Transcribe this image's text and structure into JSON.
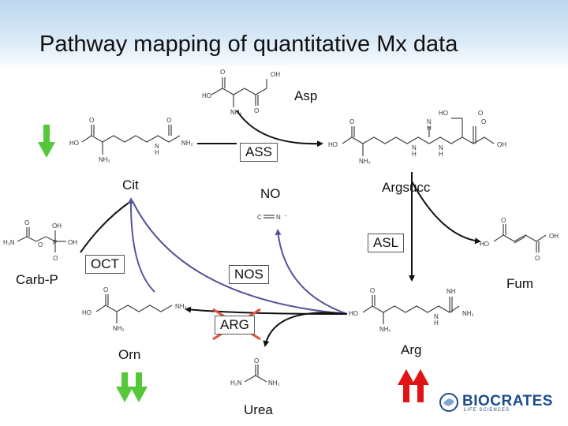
{
  "slide": {
    "title": "Pathway mapping of quantitative Mx data"
  },
  "metabolites": {
    "asp": "Asp",
    "cit": "Cit",
    "argsucc": "Argsucc",
    "no": "NO",
    "carb_p": "Carb-P",
    "fum": "Fum",
    "orn": "Orn",
    "arg": "Arg",
    "urea": "Urea"
  },
  "enzymes": {
    "ass": "ASS",
    "asl": "ASL",
    "oct": "OCT",
    "nos": "NOS",
    "arg": "ARG"
  },
  "indicators": {
    "cit": {
      "direction": "down",
      "count": 1,
      "color": "#55c83a"
    },
    "orn": {
      "direction": "down",
      "count": 2,
      "color": "#55c83a"
    },
    "arg": {
      "direction": "up",
      "count": 2,
      "color": "#e01414"
    }
  },
  "colors": {
    "pathway_arrow": "#6b6bb0",
    "reaction_arrow": "#111111",
    "blocked_cross": "#e0503a",
    "down_arrow": "#55c83a",
    "up_arrow": "#e01414"
  },
  "branding": {
    "logo": "BIOCRATES",
    "logo_sub": "LIFE SCIENCES",
    "logo_icon": "biocrates-swirl-icon"
  }
}
